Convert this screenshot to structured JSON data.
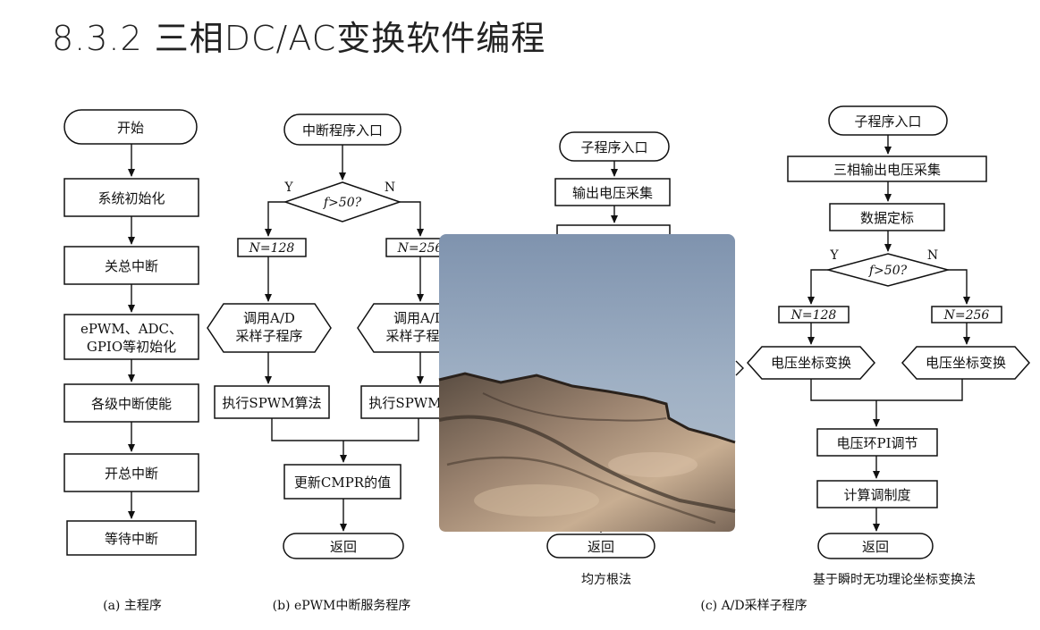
{
  "title": "8.3.2  三相DC/AC变换软件编程",
  "main": {
    "start": "开始",
    "steps": [
      "系统初始化",
      "关总中断",
      "ePWM、ADC、",
      "GPIO等初始化",
      "各级中断使能",
      "开总中断",
      "等待中断"
    ],
    "caption": "(a) 主程序"
  },
  "isr": {
    "entry": "中断程序入口",
    "condition": "f>50?",
    "yes": "Y",
    "no": "N",
    "n_left": "N=128",
    "n_right": "N=256",
    "call_left_1": "调用A/D",
    "call_left_2": "采样子程序",
    "call_right_1": "调用A/D",
    "call_right_2": "采样子程序",
    "spwm_left": "执行SPWM算法",
    "spwm_right": "执行SPWM算法",
    "update": "更新CMPR的值",
    "ret": "返回",
    "caption": "(b) ePWM中断服务程序"
  },
  "rms": {
    "entry": "子程序入口",
    "collect": "输出电压采集",
    "ret": "返回",
    "caption": "均方根法"
  },
  "instant": {
    "entry": "子程序入口",
    "collect": "三相输出电压采集",
    "calibrate": "数据定标",
    "condition": "f>50?",
    "yes": "Y",
    "no": "N",
    "n_left": "N=128",
    "n_right": "N=256",
    "transform_left": "电压坐标变换",
    "transform_right": "电压坐标变换",
    "pi": "电压环PI调节",
    "modulation": "计算调制度",
    "ret": "返回",
    "caption": "基于瞬时无功理论坐标变换法"
  },
  "subcaption_c": "(c) A/D采样子程序",
  "overlay": {
    "sky": "#8a9db5",
    "rock": "#6a5a4a"
  }
}
